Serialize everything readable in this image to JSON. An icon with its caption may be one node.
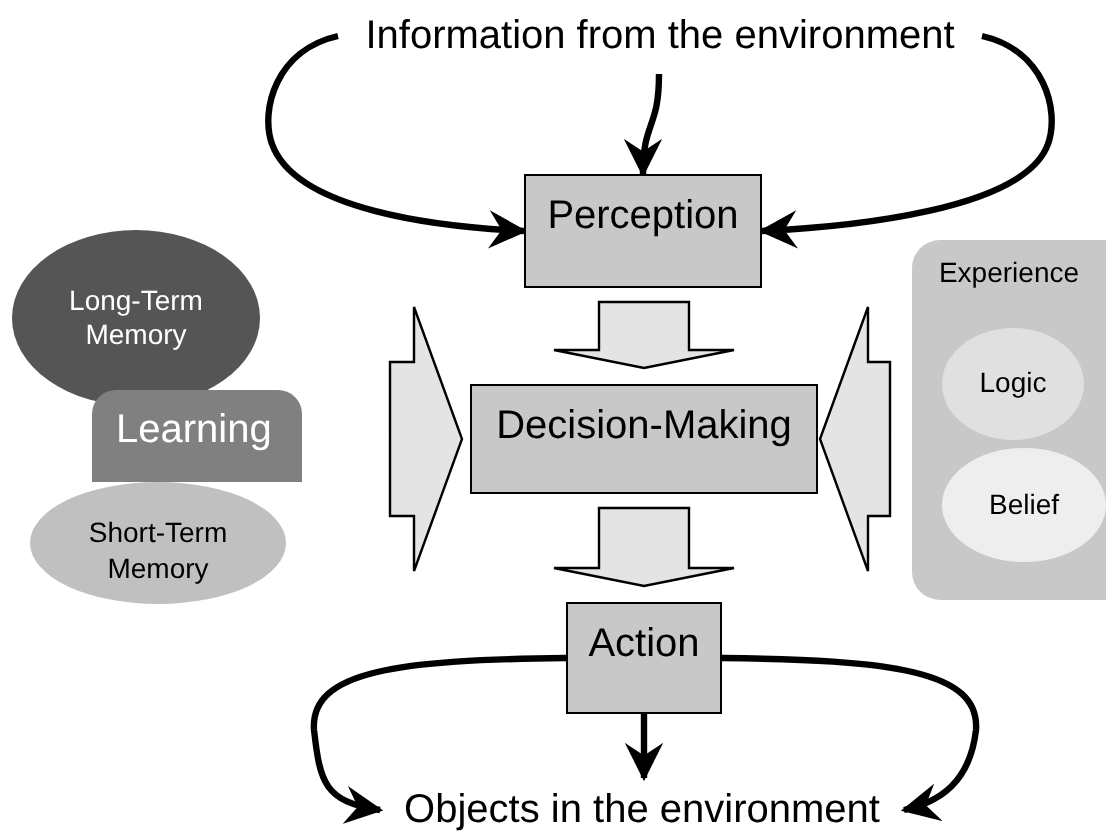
{
  "diagram": {
    "nodes": [
      {
        "text": [
          "Information from the environment"
        ]
      },
      {
        "text": [
          "Perception"
        ]
      },
      {
        "text": [
          "Decision-Making"
        ]
      },
      {
        "text": [
          "Action"
        ]
      },
      {
        "text": [
          "Objects in the environment"
        ]
      },
      {
        "text": [
          "Long-Term Memory"
        ]
      },
      {
        "text": [
          "Learning"
        ]
      },
      {
        "text": [
          "Short-Term Memory"
        ]
      },
      {
        "text": [
          "Experience"
        ]
      },
      {
        "text": [
          "Logic"
        ],
        "in": 8
      },
      {
        "text": [
          "Belief"
        ],
        "in": 8
      }
    ],
    "edges": [
      {
        "from": 0,
        "to": 1,
        "arrow": "to"
      },
      {
        "from": 0,
        "to": 1,
        "arrow": "to"
      },
      {
        "from": 0,
        "to": 1,
        "arrow": "to"
      },
      {
        "from": 1,
        "to": 2,
        "arrow": "to",
        "style": "thick"
      },
      {
        "from": null,
        "to": 2,
        "arrow": "to",
        "style": "thick"
      },
      {
        "from": null,
        "to": 2,
        "arrow": "to",
        "style": "thick"
      },
      {
        "from": 2,
        "to": 3,
        "arrow": "to",
        "style": "thick"
      },
      {
        "from": 3,
        "to": 4,
        "arrow": "to"
      },
      {
        "from": 3,
        "to": 4,
        "arrow": "to"
      },
      {
        "from": 3,
        "to": 4,
        "arrow": "to"
      }
    ]
  }
}
